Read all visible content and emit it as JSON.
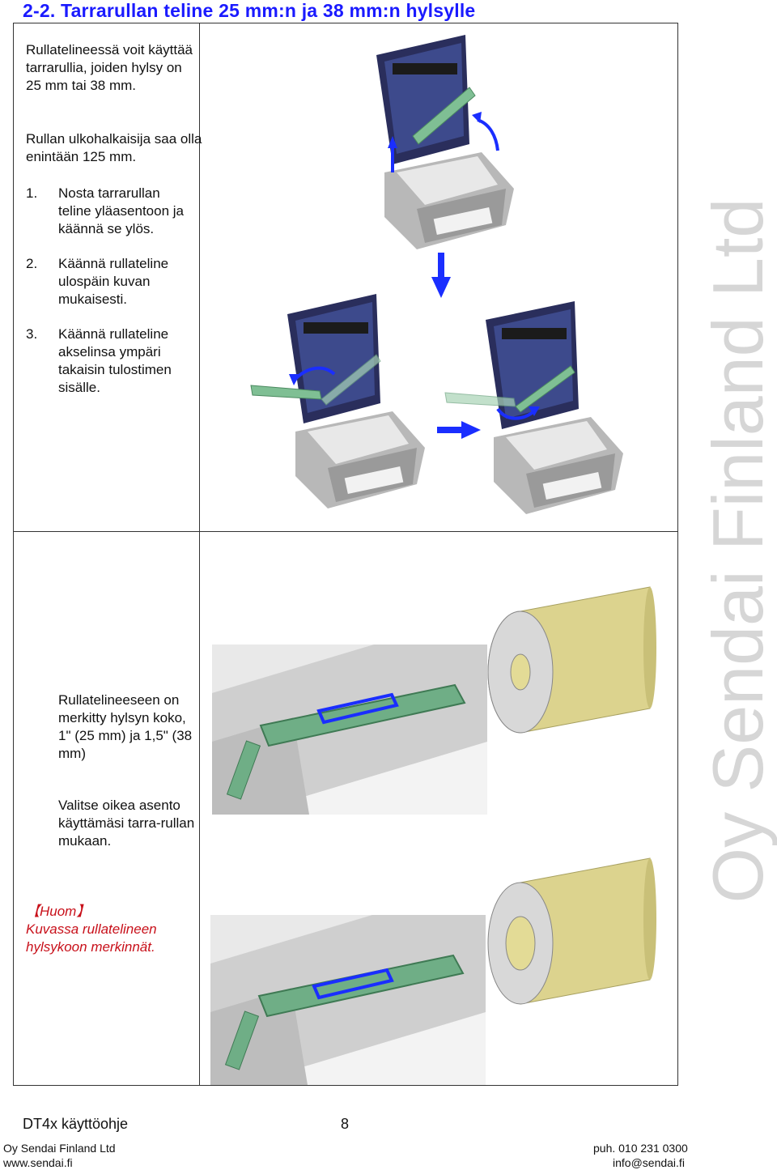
{
  "heading": "2-2. Tarrarullan teline 25 mm:n ja 38 mm:n hylsylle",
  "intro": "Rullatelineessä voit käyttää tarrarullia, joiden hylsy on 25 mm tai 38 mm.",
  "diameter": "Rullan ulkohalkaisija saa olla enintään 125 mm.",
  "steps": [
    {
      "num": "1.",
      "text": "Nosta tarrarullan teline yläasentoon ja käännä se ylös."
    },
    {
      "num": "2.",
      "text": "Käännä rullateline ulospäin kuvan mukaisesti."
    },
    {
      "num": "3.",
      "text": "Käännä rullateline akselinsa ympäri takaisin tulostimen sisälle."
    }
  ],
  "marked": "Rullatelineeseen on merkitty hylsyn koko, 1\" (25 mm) ja 1,5\" (38 mm)",
  "choose": "Valitse oikea asento käyttämäsi tarra-rullan mukaan.",
  "note": {
    "title": "【Huom】",
    "text": "Kuvassa rullatelineen hylsykoon merkinnät."
  },
  "watermark": "Oy Sendai Finland Ltd",
  "footer": {
    "manual": "DT4x käyttöohje",
    "page": "8",
    "company": "Oy Sendai Finland Ltd",
    "web": "www.sendai.fi",
    "phone": "puh. 010 231 0300",
    "email": "info@sendai.fi"
  },
  "colors": {
    "heading": "#1a1aff",
    "note": "#c8101a",
    "arrow": "#1a2eff",
    "holder_green": "#5fa07a",
    "label_roll": "#dcd38e",
    "watermark": "#d6d6d6"
  }
}
